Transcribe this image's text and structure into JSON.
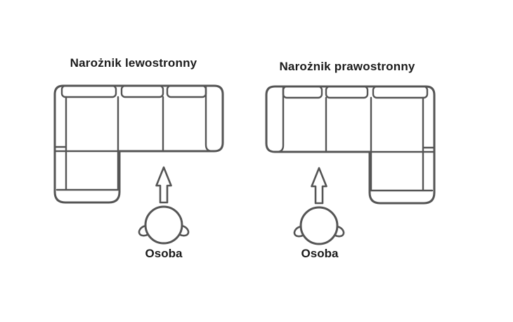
{
  "page": {
    "background_color": "#ffffff",
    "line_color": "#555555",
    "text_color": "#1b1b1b"
  },
  "diagrams": [
    {
      "id": "left",
      "title": "Narożnik lewostronny",
      "sofa_type": "corner-sofa-left",
      "person_label": "Osoba",
      "arrow_direction": "up"
    },
    {
      "id": "right",
      "title": "Narożnik prawostronny",
      "sofa_type": "corner-sofa-right",
      "person_label": "Osoba",
      "arrow_direction": "up"
    }
  ]
}
